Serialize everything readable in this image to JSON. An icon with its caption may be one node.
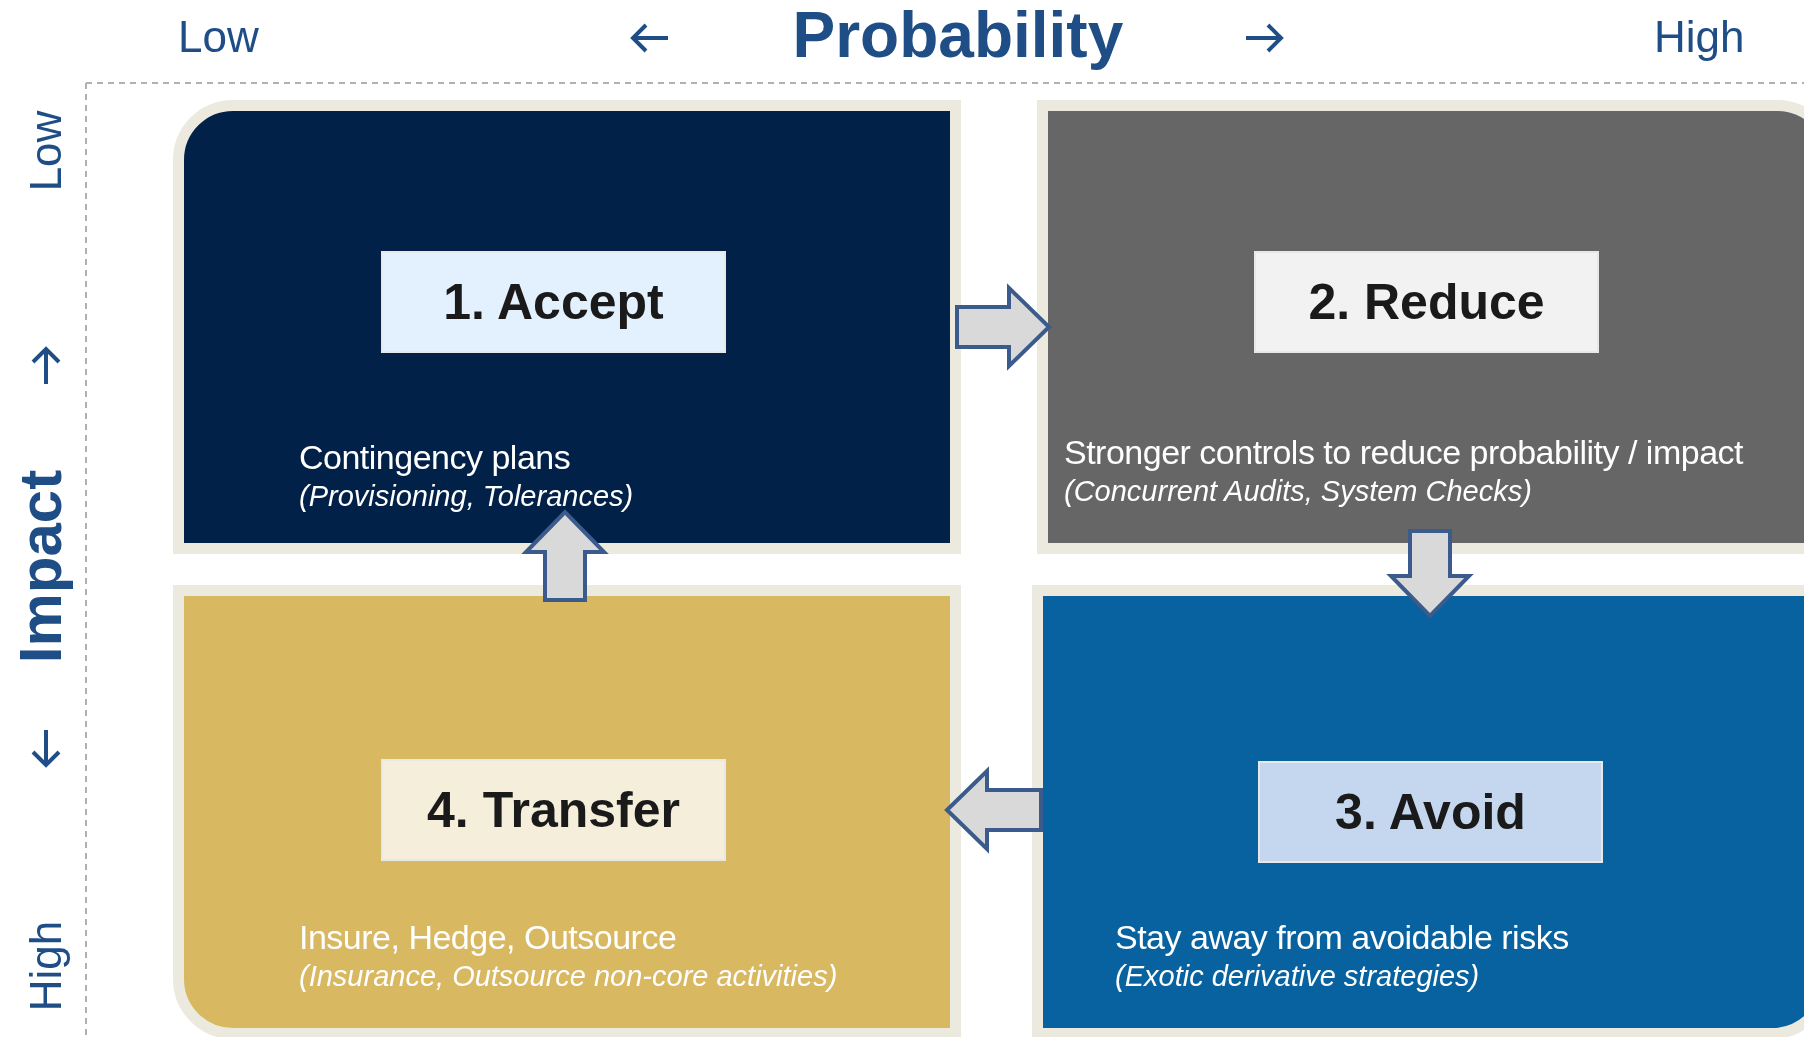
{
  "diagram": {
    "nodes": [
      {
        "text": [
          "Contingency plans",
          "(Provisioning, Tolerances)"
        ]
      },
      {
        "text": [
          "1. Accept"
        ],
        "in": 0
      },
      {
        "text": [
          "Stronger controls to reduce probability / impact",
          "(Concurrent Audits, System Checks)"
        ]
      },
      {
        "text": [
          "2. Reduce"
        ],
        "in": 2
      },
      {
        "text": [
          "Insure, Hedge, Outsource",
          "(Insurance, Outsource non-core activities)"
        ]
      },
      {
        "text": [
          "4. Transfer"
        ],
        "in": 4
      },
      {
        "text": [
          "Stay away from avoidable risks",
          "(Exotic derivative strategies)"
        ]
      },
      {
        "text": [
          "3. Avoid"
        ],
        "in": 6
      }
    ],
    "edges": [
      {
        "from": 0,
        "to": 2,
        "arrow": "to"
      },
      {
        "from": 2,
        "to": 6,
        "arrow": "to"
      },
      {
        "from": 6,
        "to": 4,
        "arrow": "to"
      },
      {
        "from": 4,
        "to": 0,
        "arrow": "to"
      }
    ],
    "labels": [
      "Low",
      "Probability",
      "High",
      "Low",
      "Impact",
      "High"
    ]
  }
}
